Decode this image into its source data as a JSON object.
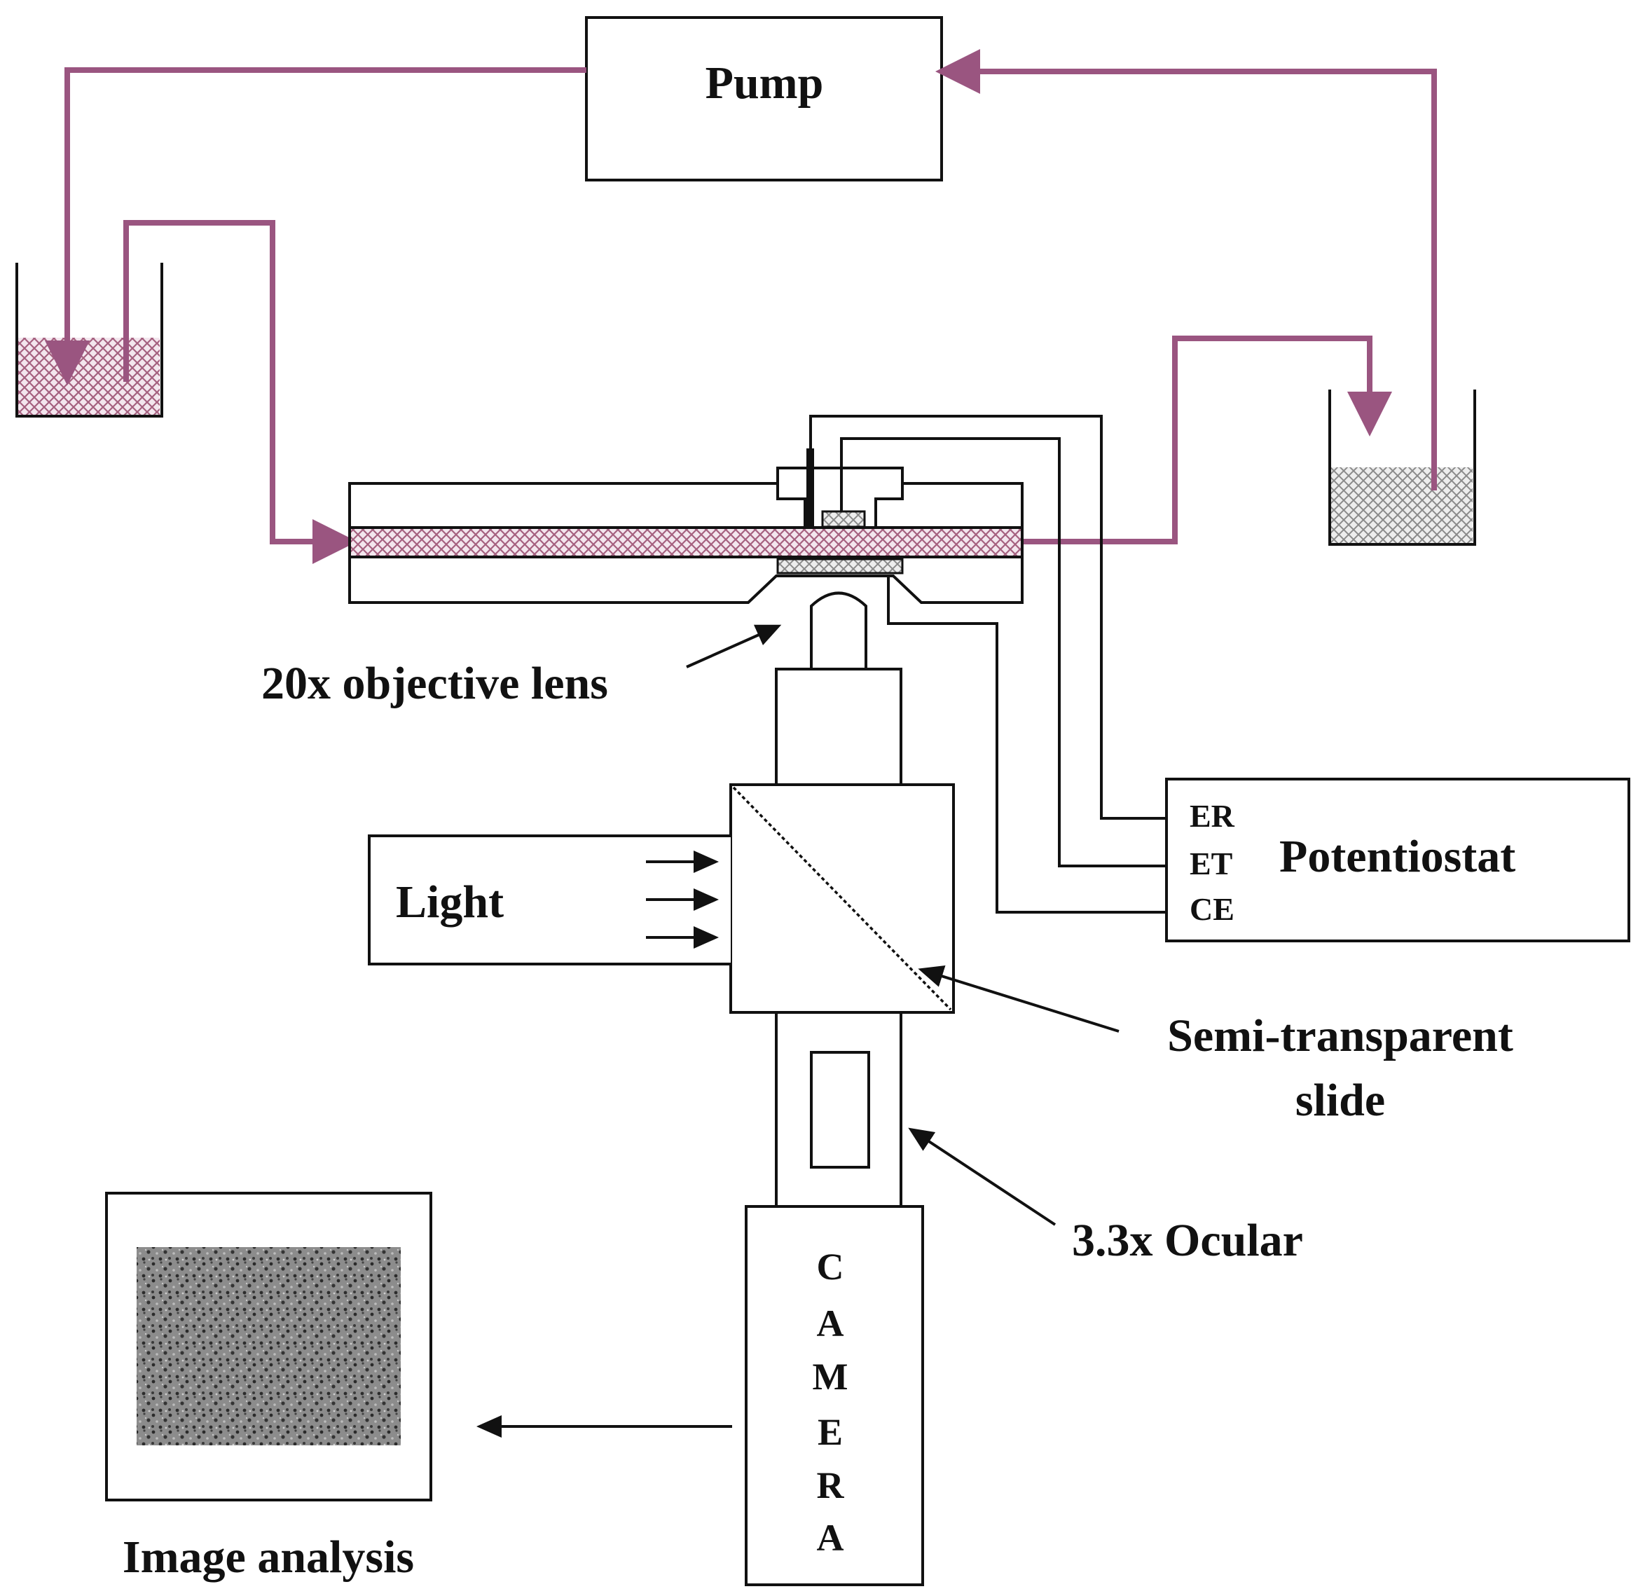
{
  "colors": {
    "pipe": "#9a5580",
    "line": "#111111",
    "fluid_left": "#a5607f",
    "fluid_right": "#8a8a8a"
  },
  "labels": {
    "pump": "Pump",
    "objective_lens": "20x objective lens",
    "light": "Light",
    "potentiostat": "Potentiostat",
    "electrode_er": "ER",
    "electrode_et": "ET",
    "electrode_ce": "CE",
    "semi_transparent_line1": "Semi-transparent",
    "semi_transparent_line2": "slide",
    "ocular": "3.3x Ocular",
    "camera_letters": [
      "C",
      "A",
      "M",
      "E",
      "R",
      "A"
    ],
    "image_analysis": "Image analysis"
  }
}
